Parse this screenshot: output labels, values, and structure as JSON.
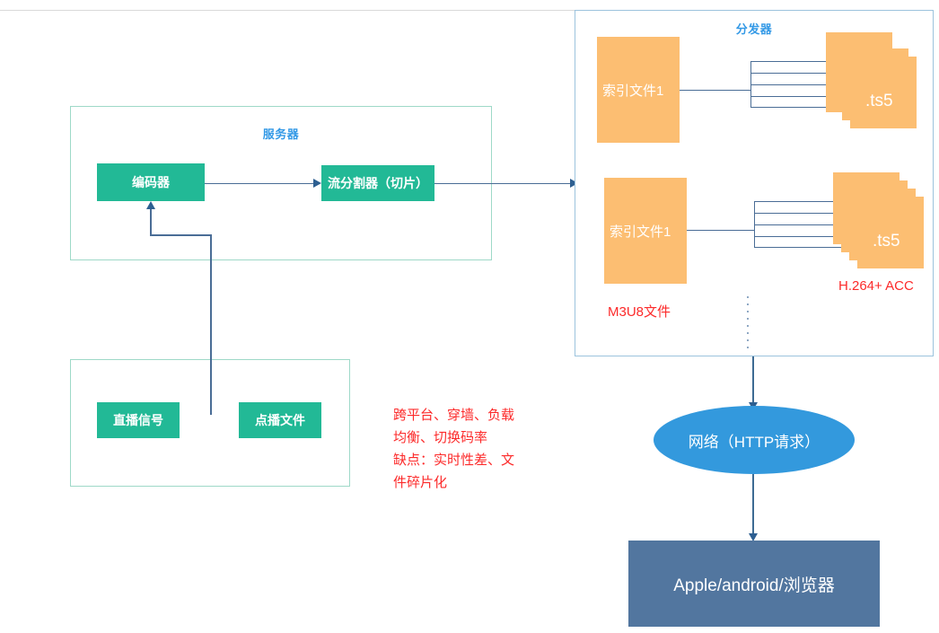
{
  "diagram": {
    "title_server": "服务器",
    "title_distributor": "分发器",
    "nodes": {
      "encoder": "编码器",
      "slicer": "流分割器（切片）",
      "live_signal": "直播信号",
      "vod_file": "点播文件",
      "network": "网络（HTTP请求）",
      "clients": "Apple/android/浏览器"
    },
    "index_files": [
      {
        "label": "索引文件1"
      },
      {
        "label": "索引文件1"
      }
    ],
    "ts_stacks": [
      {
        "label": ".ts5"
      },
      {
        "label": ".ts5"
      }
    ],
    "labels": {
      "m3u8": "M3U8文件",
      "codec": "H.264+ ACC"
    },
    "annotation": "跨平台、穿墙、负载\n均衡、切换码率\n缺点：实时性差、文\n件碎片化",
    "colors": {
      "teal": "#22b996",
      "orange": "#fcbe72",
      "blue": "#3399dd",
      "slate": "#52769f",
      "red": "#fc2a2a",
      "title_blue": "#3399e6",
      "connector": "#4a6d96"
    }
  }
}
